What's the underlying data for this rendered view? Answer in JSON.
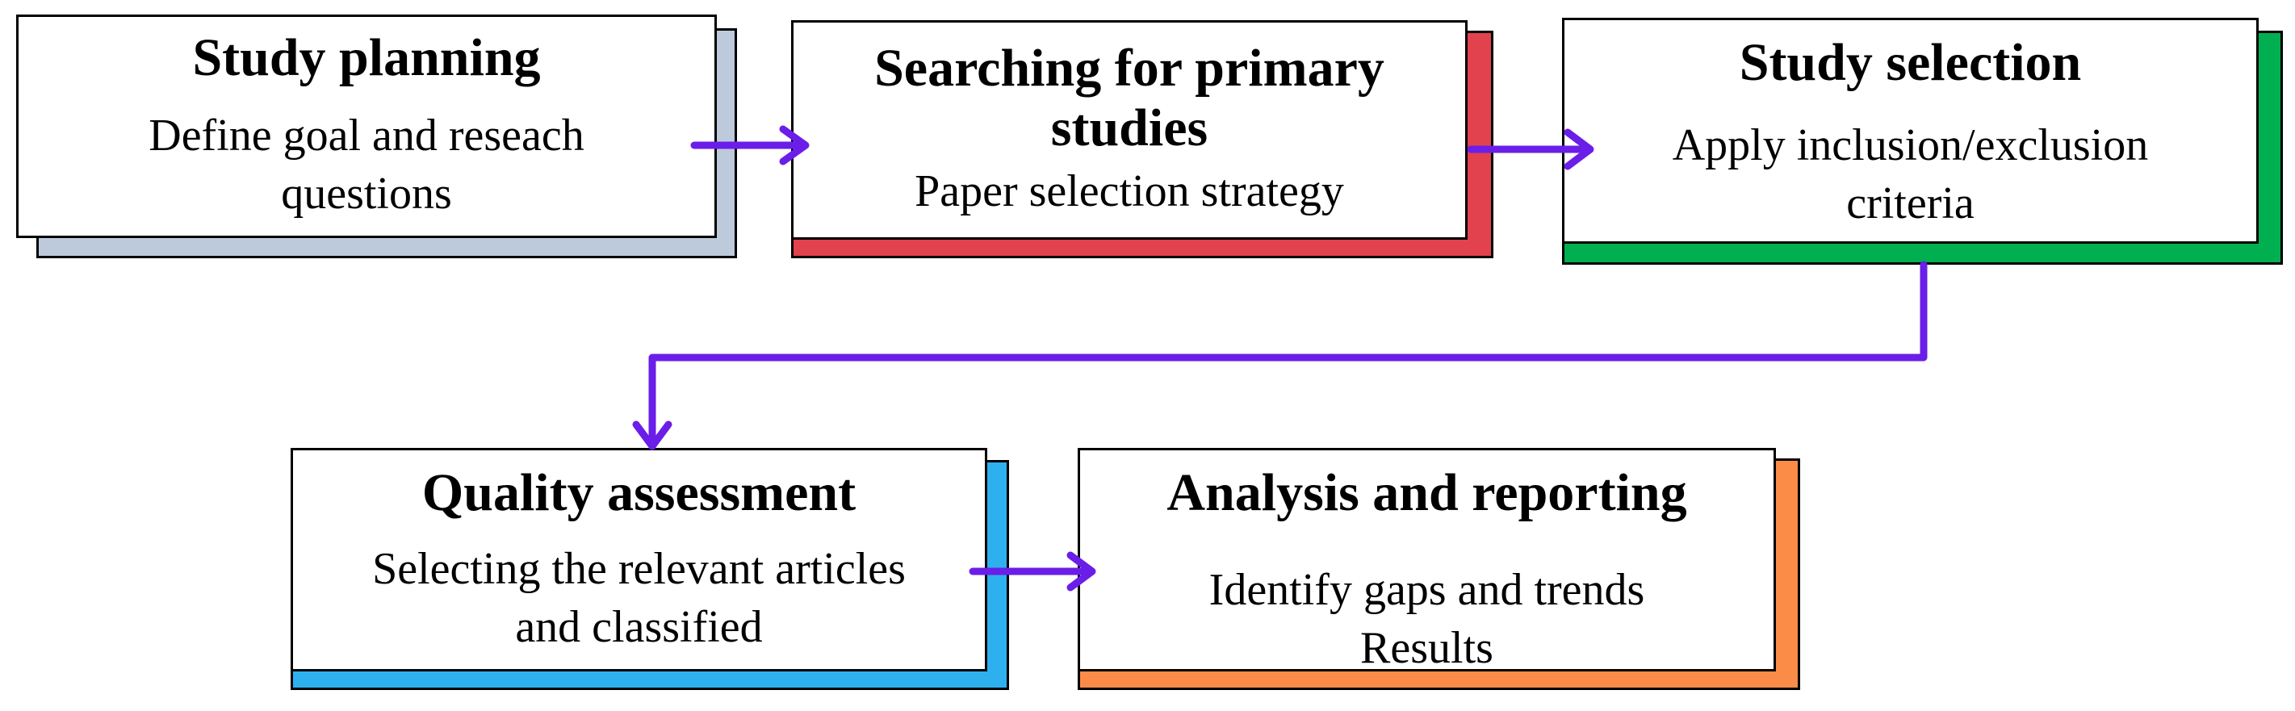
{
  "stages": [
    {
      "id": "study-planning",
      "title": "Study planning",
      "description": [
        "Define goal and reseach",
        "questions"
      ],
      "color": "#bccadb"
    },
    {
      "id": "searching-primary-studies",
      "title": [
        "Searching for primary",
        "studies"
      ],
      "description": [
        "Paper selection strategy"
      ],
      "color": "#e2424d"
    },
    {
      "id": "study-selection",
      "title": "Study selection",
      "description": [
        "Apply inclusion/exclusion",
        "criteria"
      ],
      "color": "#00b050"
    },
    {
      "id": "quality-assessment",
      "title": "Quality assessment",
      "description": [
        "Selecting the relevant articles",
        "and classified"
      ],
      "color": "#2eb0ef"
    },
    {
      "id": "analysis-reporting",
      "title": "Analysis and reporting",
      "description": [
        "Identify gaps and trends",
        "Results"
      ],
      "color": "#fb8c48"
    }
  ],
  "arrow_color": "#6a1ee8"
}
